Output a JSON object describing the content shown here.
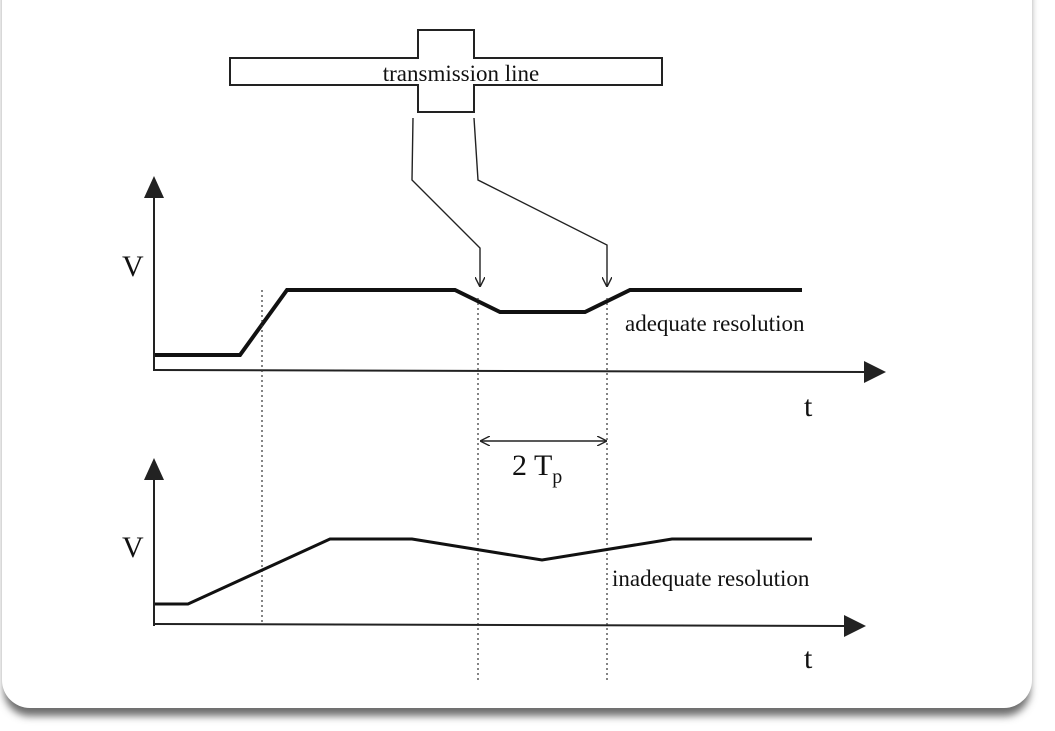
{
  "diagram": {
    "transmission_line_label": "transmission line",
    "top_plot": {
      "y_label": "V",
      "x_label": "t",
      "caption": "adequate resolution"
    },
    "bottom_plot": {
      "y_label": "V",
      "x_label": "t",
      "caption": "inadequate resolution"
    },
    "interval_label": "2 T",
    "interval_subscript": "p"
  }
}
